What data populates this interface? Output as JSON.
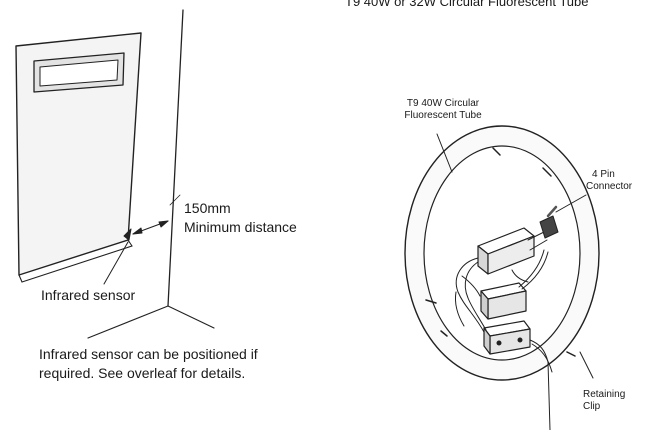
{
  "header_caption": "T9 40W or 32W Circular Fluorescent Tube",
  "left_panel": {
    "distance_value": "150mm",
    "distance_text": "Minimum distance",
    "sensor_label": "Infrared sensor",
    "note_line1": "Infrared sensor can be positioned if",
    "note_line2": "required. See overleaf for details."
  },
  "right_panel": {
    "tube_label_line1": "T9 40W Circular",
    "tube_label_line2": "Fluorescent Tube",
    "connector_line1": "4 Pin",
    "connector_line2": "Connector",
    "clip_line1": "Retaining",
    "clip_line2": "Clip"
  }
}
